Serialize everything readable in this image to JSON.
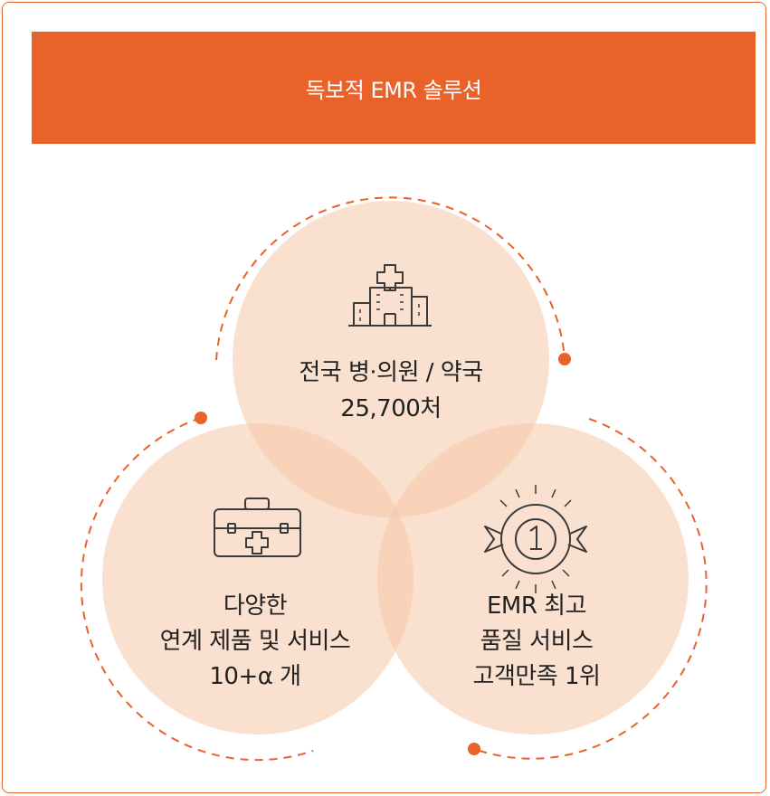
{
  "header": {
    "title": "독보적 EMR 솔루션"
  },
  "circles": [
    {
      "id": "top",
      "icon": "hospital-icon",
      "lines": [
        "전국 병·의원 / 약국",
        "25,700처"
      ]
    },
    {
      "id": "left",
      "icon": "medical-kit-icon",
      "lines": [
        "다양한",
        "연계 제품 및 서비스",
        "10+α 개"
      ]
    },
    {
      "id": "right",
      "icon": "medal-number-one-icon",
      "lines": [
        "EMR 최고",
        "품질 서비스",
        "고객만족 1위"
      ]
    }
  ],
  "colors": {
    "accent": "#e8622a",
    "circle_fill": "#f6c9a8",
    "text": "#222222",
    "icon_stroke": "#3a3a3a"
  }
}
